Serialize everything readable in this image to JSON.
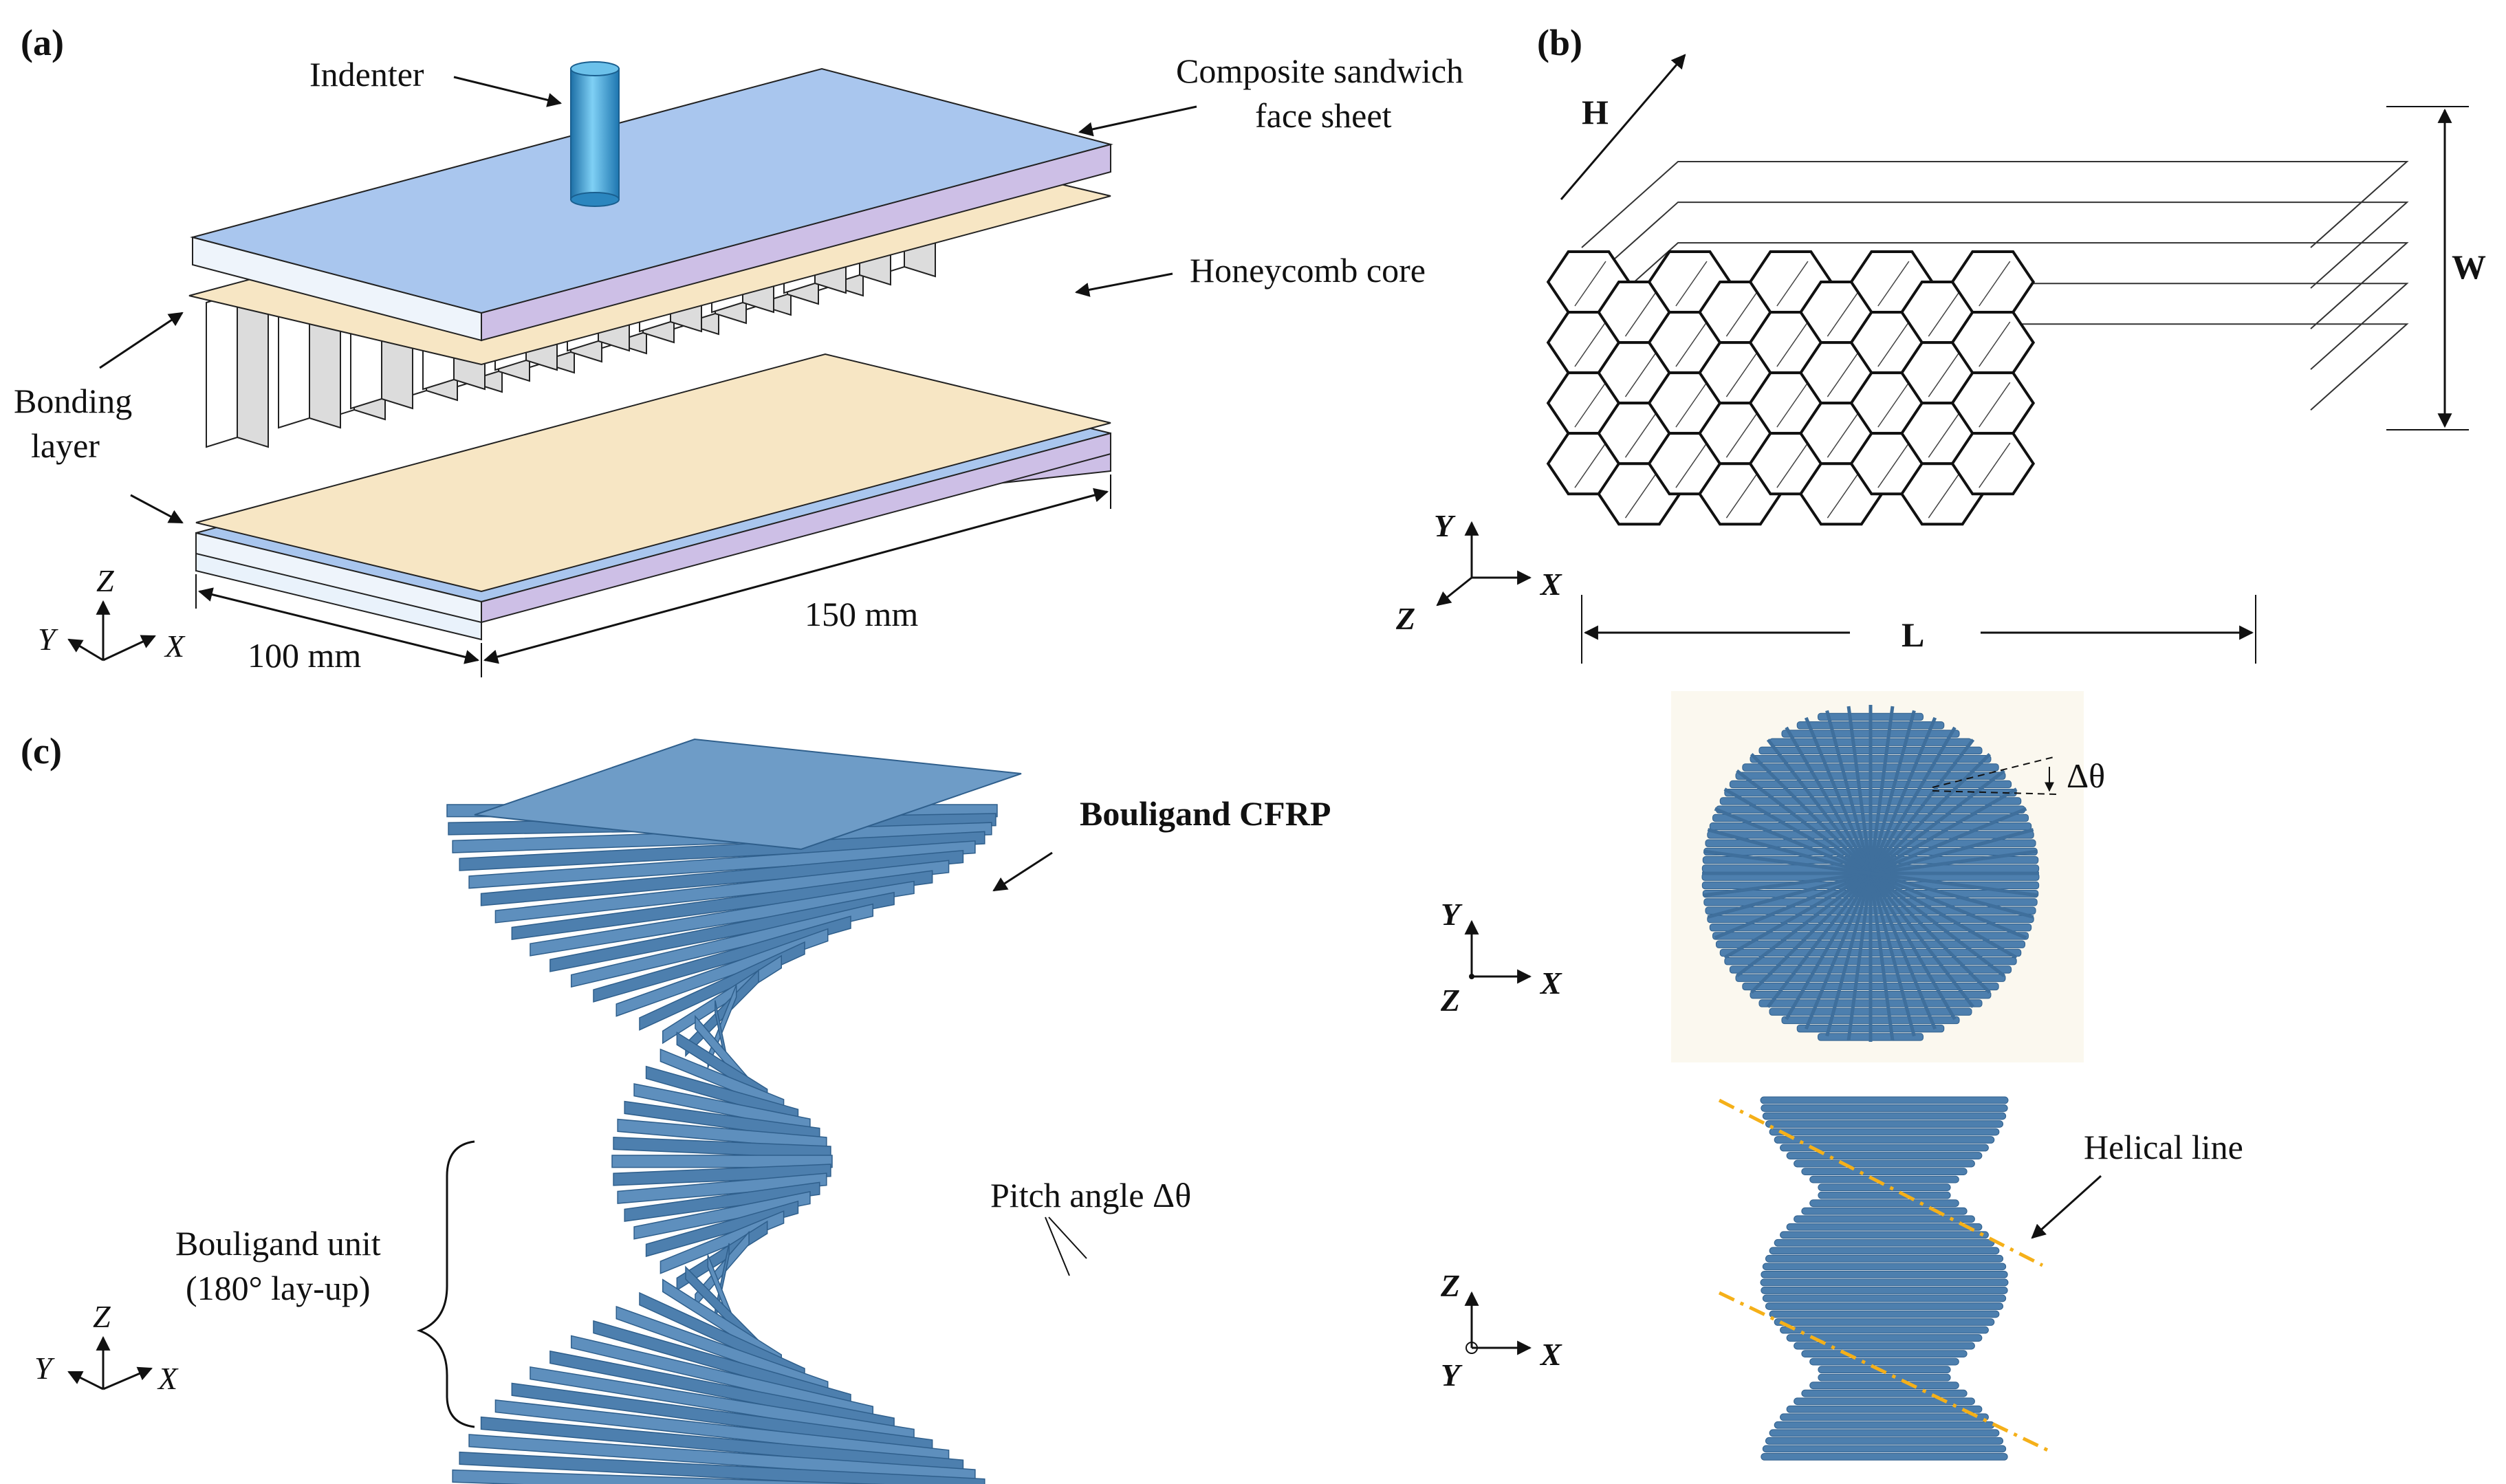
{
  "panels": {
    "a": {
      "label": "(a)",
      "indenter": "Indenter",
      "face_sheet_line1": "Composite sandwich",
      "face_sheet_line2": "face sheet",
      "honeycomb": "Honeycomb core",
      "bonding_line1": "Bonding",
      "bonding_line2": "layer",
      "dim_width": "100 mm",
      "dim_length": "150 mm",
      "axes": {
        "z": "Z",
        "y": "Y",
        "x": "X"
      }
    },
    "b": {
      "label": "(b)",
      "H": "H",
      "W": "W",
      "L": "L",
      "axes": {
        "y": "Y",
        "z": "Z",
        "x": "X"
      }
    },
    "c": {
      "label": "(c)",
      "bouligand_cfrp": "Bouligand  CFRP",
      "pitch_angle": "Pitch angle Δθ",
      "unit_line1": "Bouligand unit",
      "unit_line2": "(180° lay-up)",
      "delta_theta": "Δθ",
      "helical_line": "Helical line",
      "axes_iso": {
        "z": "Z",
        "y": "Y",
        "x": "X"
      },
      "axes_top": {
        "y": "Y",
        "z": "Z",
        "x": "X"
      },
      "axes_side": {
        "z": "Z",
        "y": "Y",
        "x": "X"
      }
    }
  },
  "colors": {
    "face_sheet": "#a9c6ee",
    "face_sheet_edge": "#cdbfe6",
    "bonding": "#f7e6c4",
    "fiber": "#4d7fae",
    "fiber_dark": "#2f5f8c",
    "helical": "#f5b019",
    "indenter": "#3b9fd8",
    "cell_fill": "#dcdcdc"
  }
}
